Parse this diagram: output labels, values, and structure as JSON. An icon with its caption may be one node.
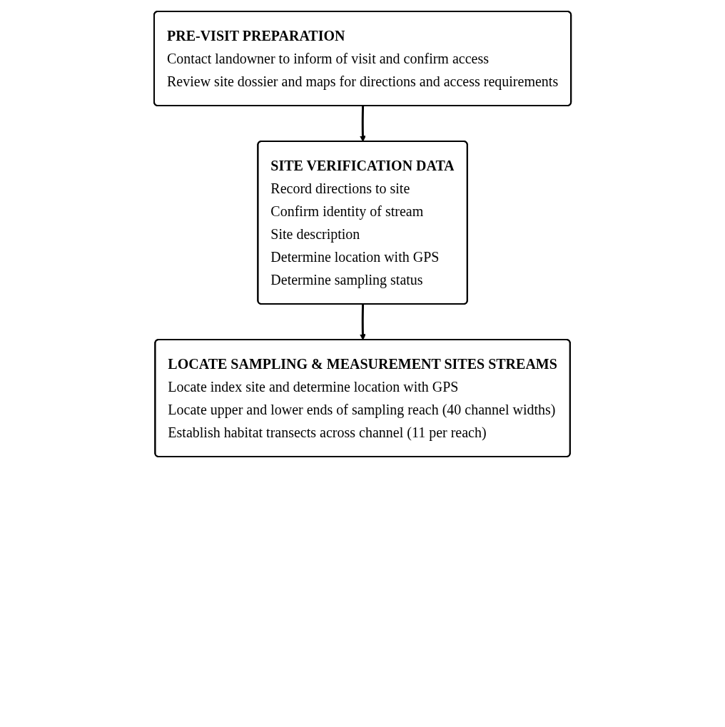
{
  "diagram": {
    "nodes": [
      {
        "text": [
          "PRE-VISIT PREPARATION",
          "Contact landowner to inform of visit and confirm access",
          "Review site dossier and maps for directions and access requirements"
        ]
      },
      {
        "text": [
          "SITE VERIFICATION DATA",
          "Record directions to site",
          "Confirm identity of stream",
          "Site description",
          "Determine location with GPS",
          "Determine sampling status"
        ]
      },
      {
        "text": [
          "LOCATE SAMPLING & MEASUREMENT SITES STREAMS",
          "Locate index site and determine location with GPS",
          "Locate upper and lower ends of sampling reach (40 channel widths)",
          "Establish habitat transects across channel (11 per reach)"
        ]
      }
    ],
    "edges": [
      {
        "from": 0,
        "to": 1,
        "arrow": "to"
      },
      {
        "from": 1,
        "to": 2,
        "arrow": "to"
      }
    ]
  }
}
